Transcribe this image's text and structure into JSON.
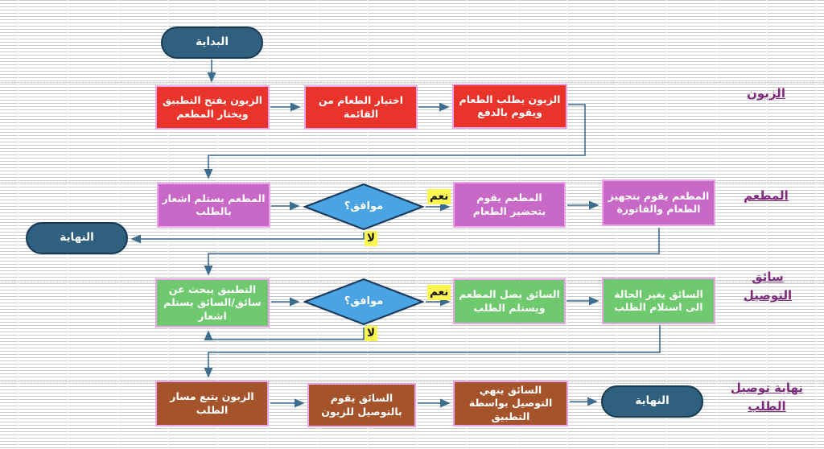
{
  "diagram": {
    "nodes": {
      "start": "البداية",
      "c1": "الزبون يفتح التطبيق ويختار المطعم",
      "c2": "اختيار الطعام من القائمة",
      "c3": "الزبون يطلب الطعام ويقوم بالدفع",
      "m1": "المطعم يستلم اشعار بالطلب",
      "m_decision": "موافق؟",
      "m2": "المطعم يقوم بتحضير الطعام",
      "m3": "المطعم يقوم بتجهيز الطعام والفاتورة",
      "end_mid": "النهاية",
      "d1": "التطبيق يبحث عن سائق/السائق يستلم اشعار",
      "d_decision": "موافق؟",
      "d2": "السائق يصل المطعم ويستلم الطلب",
      "d3": "السائق يغير الحالة الى استلام الطلب",
      "f1": "الزبون يتبع مسار الطلب",
      "f2": "السائق يقوم بالتوصيل للزبون",
      "f3": "السائق ينهي التوصيل بواسطة التطبيق",
      "end_bottom": "النهاية"
    },
    "edge_labels": {
      "yes": "نعم",
      "no": "لا"
    },
    "lanes": [
      {
        "label": "الزبون"
      },
      {
        "label": "المطعم"
      },
      {
        "label": "سائق التوصيل"
      },
      {
        "label": "نهاية توصيل الطلب"
      }
    ],
    "colors": {
      "customer_box": "#e8342b",
      "restaurant_box": "#c869c8",
      "driver_box": "#6fc96f",
      "final_box": "#a5532b",
      "decision_diamond": "#4aa3e3",
      "diamond_border": "#1b3c5e",
      "terminal_fill": "#2f607e",
      "box_border": "#eda4ed",
      "connector": "#3d6d8e",
      "lane_label_text": "#7d2a7d",
      "edge_label_bg": "#fbf651"
    }
  }
}
